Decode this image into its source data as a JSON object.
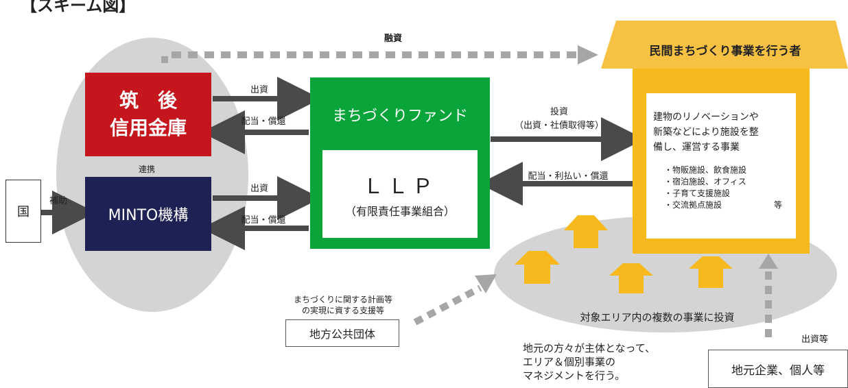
{
  "partial_heading": "【スキーム図】",
  "top_flow_label": "融資",
  "chikugo_bank": {
    "line1": "筑　後",
    "line2": "信用金庫"
  },
  "minto": {
    "label": "MINTO機構"
  },
  "renkei_label": "連携",
  "kuni": {
    "label": "国"
  },
  "hojo_label": "補助",
  "flows": {
    "shusshi_1": "出資",
    "haito_1": "配当・償還",
    "shusshi_2": "出資",
    "haito_2": "配当・償還",
    "toushi_line1": "投資",
    "toushi_line2": "（出資・社債取得等）",
    "haito_right": "配当・利払い・償還",
    "shusshi_tou": "出資等"
  },
  "fund": {
    "title": "まちづくりファンド",
    "llp": "ＬＬＰ",
    "llp_sub": "（有限責任事業組合）"
  },
  "private_operator": {
    "roof": "民間まちづくり事業を行う者",
    "desc": [
      "建物のリノベーションや",
      "新築などにより施設を整",
      "備し、運営する事業"
    ],
    "items": [
      "・物販施設、飲食施設",
      "・宿泊施設、オフィス",
      "・子育て支援施設",
      "・交流拠点施設"
    ],
    "items_suffix": "等"
  },
  "area_label": "対象エリア内の複数の事業に投資",
  "local_gov": {
    "note_line1": "まちづくりに関する計画等",
    "note_line2": "の実現に資する支援等",
    "label": "地方公共団体"
  },
  "local_note": [
    "地元の方々が主体となって、",
    "エリア＆個別事業の",
    "マネジメントを行う。"
  ],
  "local_biz": {
    "label": "地元企業、個人等"
  },
  "colors": {
    "red": "#c4161c",
    "navy": "#1e2153",
    "green": "#0aa53a",
    "gold": "#f6b91e",
    "roof": "#f7c244",
    "gray_oval": "#d4d4d4",
    "arrow": "#4a4a4a",
    "dot": "#a6a6a6"
  }
}
